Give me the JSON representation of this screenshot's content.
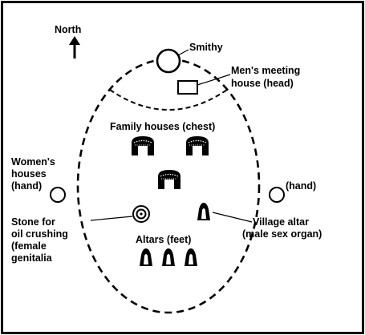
{
  "diagram": {
    "north": "North",
    "labels": {
      "smithy": "Smithy",
      "mens_meeting_line1": "Men's meeting",
      "mens_meeting_line2": "house (head)",
      "family_houses": "Family houses (chest)",
      "womens_line1": "Women's",
      "womens_line2": "houses",
      "womens_line3": "(hand)",
      "right_hand": "(hand)",
      "stone_line1": "Stone for",
      "stone_line2": "oil crushing",
      "stone_line3": "(female",
      "stone_line4": "genitalia",
      "village_altar_line1": "Village altar",
      "village_altar_line2": "(male sex organ)",
      "altars": "Altars (feet)"
    }
  }
}
